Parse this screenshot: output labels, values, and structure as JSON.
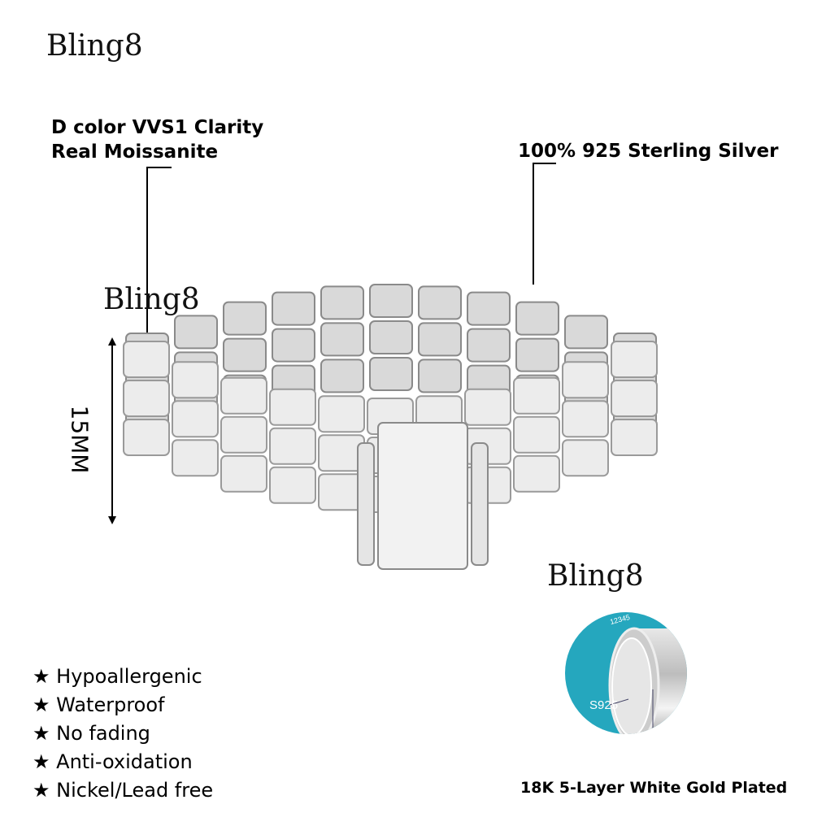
{
  "brand_watermark": "Bling8",
  "callouts": {
    "moissanite_line1": "D color VVS1 Clarity",
    "moissanite_line2": "Real Moissanite",
    "silver": "100% 925 Sterling Silver"
  },
  "dimension": "15MM",
  "features": [
    "★ Hypoallergenic",
    "★ Waterproof",
    "★ No fading",
    "★ Anti-oxidation",
    "★ Nickel/Lead free"
  ],
  "plating_diagram": {
    "layers": "12345",
    "core": "S925",
    "outer_line1": "18K White Gold",
    "outer_line2": "Plated",
    "caption": "18K 5-Layer White Gold Plated",
    "bg_color": "#25a7be"
  }
}
